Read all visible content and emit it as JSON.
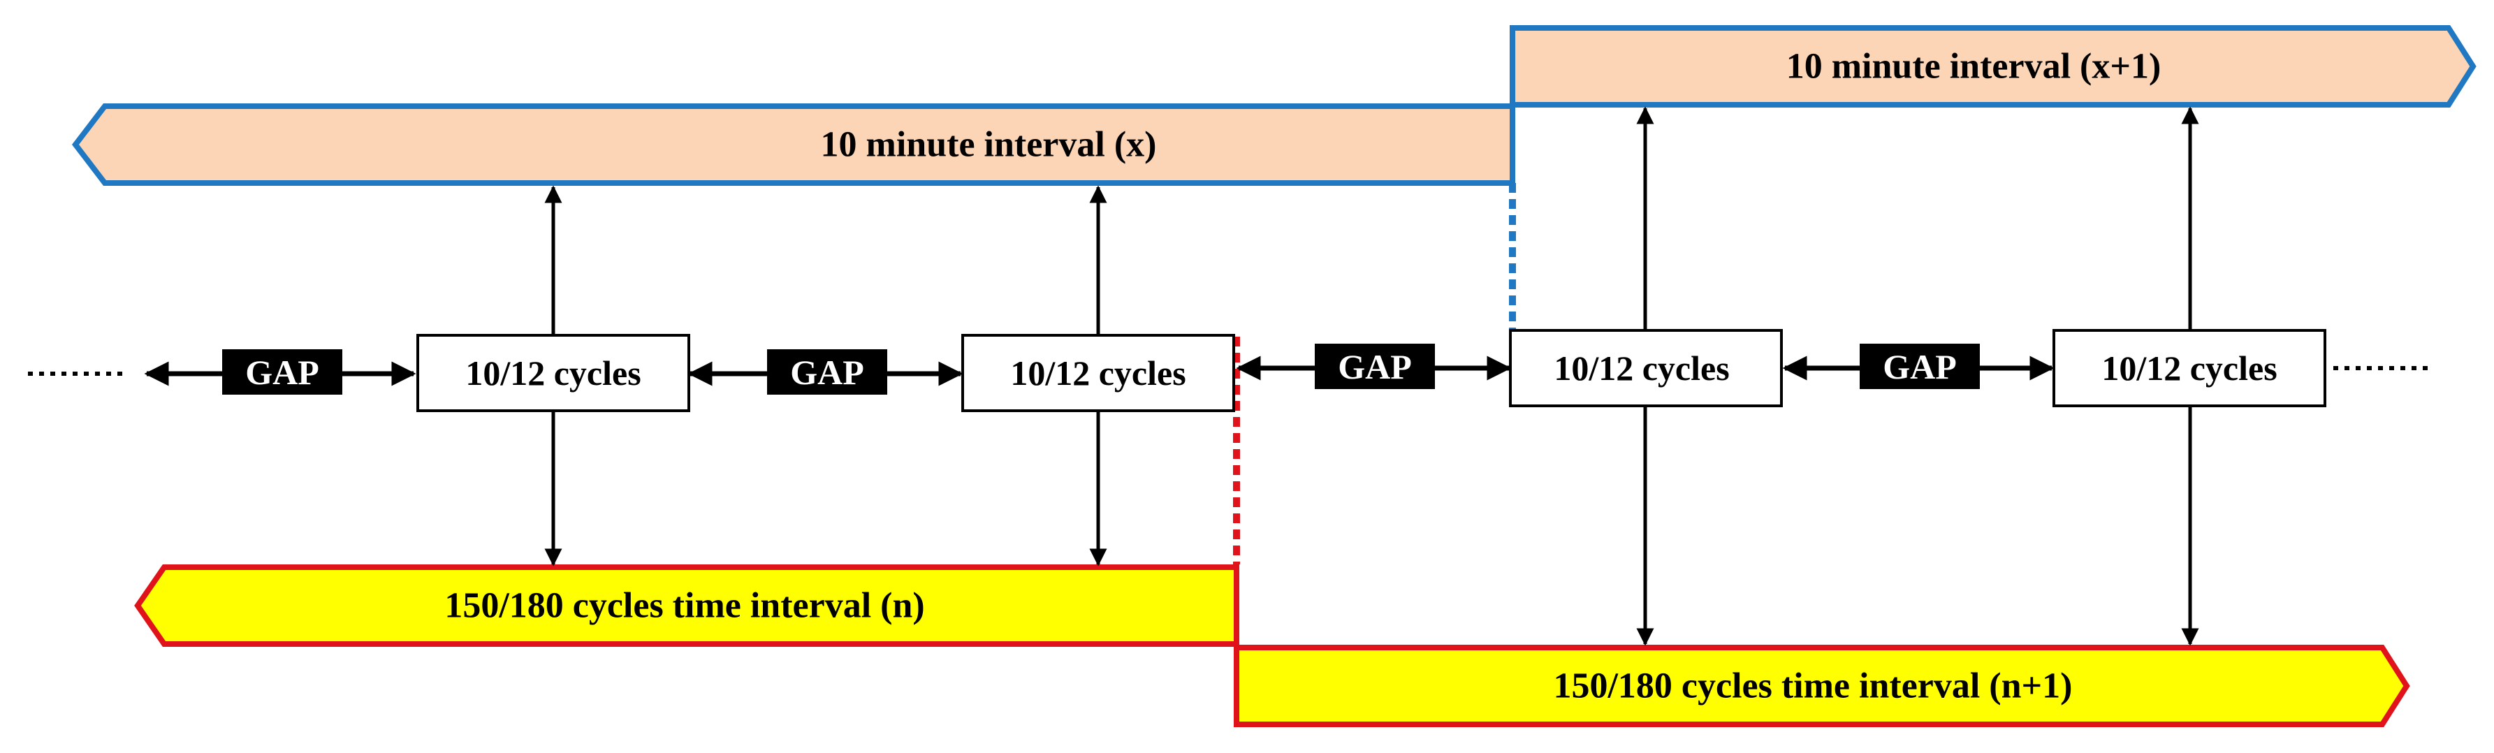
{
  "diagram": {
    "colors": {
      "minute_fill": "#fbd5b5",
      "minute_stroke": "#1f78c1",
      "cycles_fill": "#ffff00",
      "cycles_stroke": "#e0131b",
      "gap_fill": "#000000",
      "gap_text": "#ffffff"
    },
    "minute_intervals": [
      {
        "label": "10 minute interval (x)"
      },
      {
        "label": "10 minute interval (x+1)"
      }
    ],
    "cycle_intervals": [
      {
        "label": "150/180 cycles time interval (n)"
      },
      {
        "label": "150/180 cycles time interval (n+1)"
      }
    ],
    "blocks": [
      {
        "label": "10/12 cycles"
      },
      {
        "label": "10/12 cycles"
      },
      {
        "label": "10/12 cycles"
      },
      {
        "label": "10/12 cycles"
      }
    ],
    "gaps": [
      {
        "label": "GAP"
      },
      {
        "label": "GAP"
      },
      {
        "label": "GAP"
      },
      {
        "label": "GAP"
      }
    ]
  }
}
